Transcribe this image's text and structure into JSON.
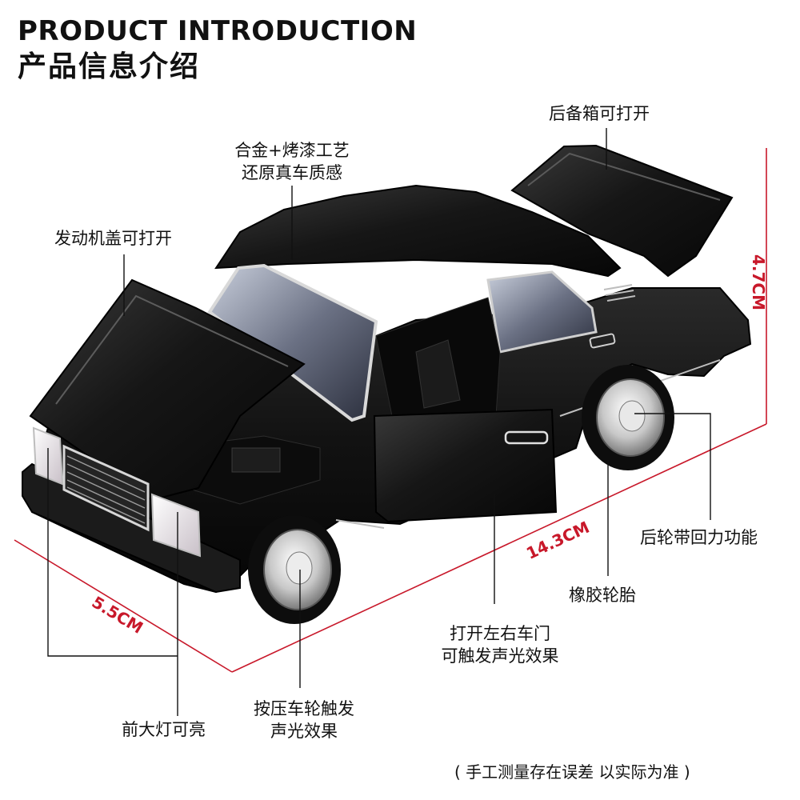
{
  "header": {
    "title_en": "PRODUCT INTRODUCTION",
    "title_cn": "产品信息介绍"
  },
  "callouts": {
    "trunk": "后备箱可打开",
    "alloy_line1": "合金+烤漆工艺",
    "alloy_line2": "还原真车质感",
    "hood": "发动机盖可打开",
    "rear_wheel": "后轮带回力功能",
    "tire": "橡胶轮胎",
    "door_line1": "打开左右车门",
    "door_line2": "可触发声光效果",
    "press_line1": "按压车轮触发",
    "press_line2": "声光效果",
    "headlight": "前大灯可亮"
  },
  "dimensions": {
    "length": "14.3CM",
    "width": "5.5CM",
    "height": "4.7CM"
  },
  "footnote": "( 手工测量存在误差 以实际为准 )",
  "colors": {
    "dimension_red": "#c8182a",
    "car_body": "#141414"
  }
}
